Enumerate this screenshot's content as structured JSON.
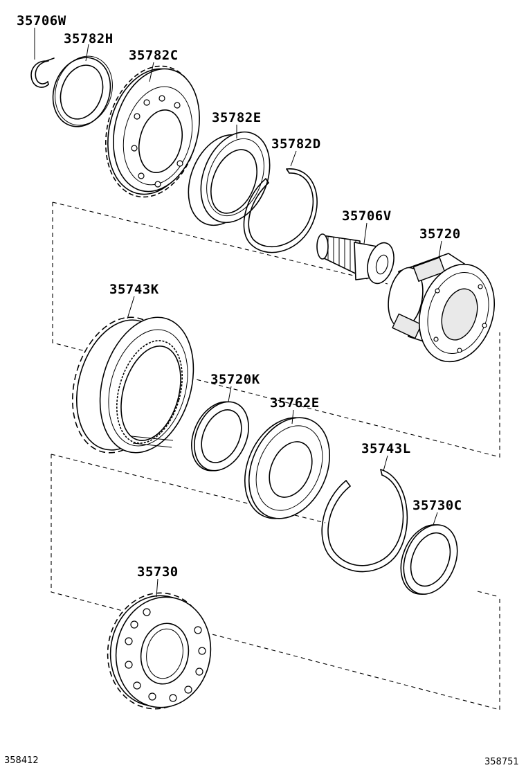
{
  "diagram": {
    "part_labels": {
      "p35706W": "35706W",
      "p35782H": "35782H",
      "p35782C": "35782C",
      "p35782E": "35782E",
      "p35782D": "35782D",
      "p35706V": "35706V",
      "p35720": "35720",
      "p35743K": "35743K",
      "p35720K": "35720K",
      "p35762E": "35762E",
      "p35743L": "35743L",
      "p35730C": "35730C",
      "p35730": "35730"
    },
    "reference_numbers": {
      "left": "358412",
      "right": "358751"
    }
  }
}
